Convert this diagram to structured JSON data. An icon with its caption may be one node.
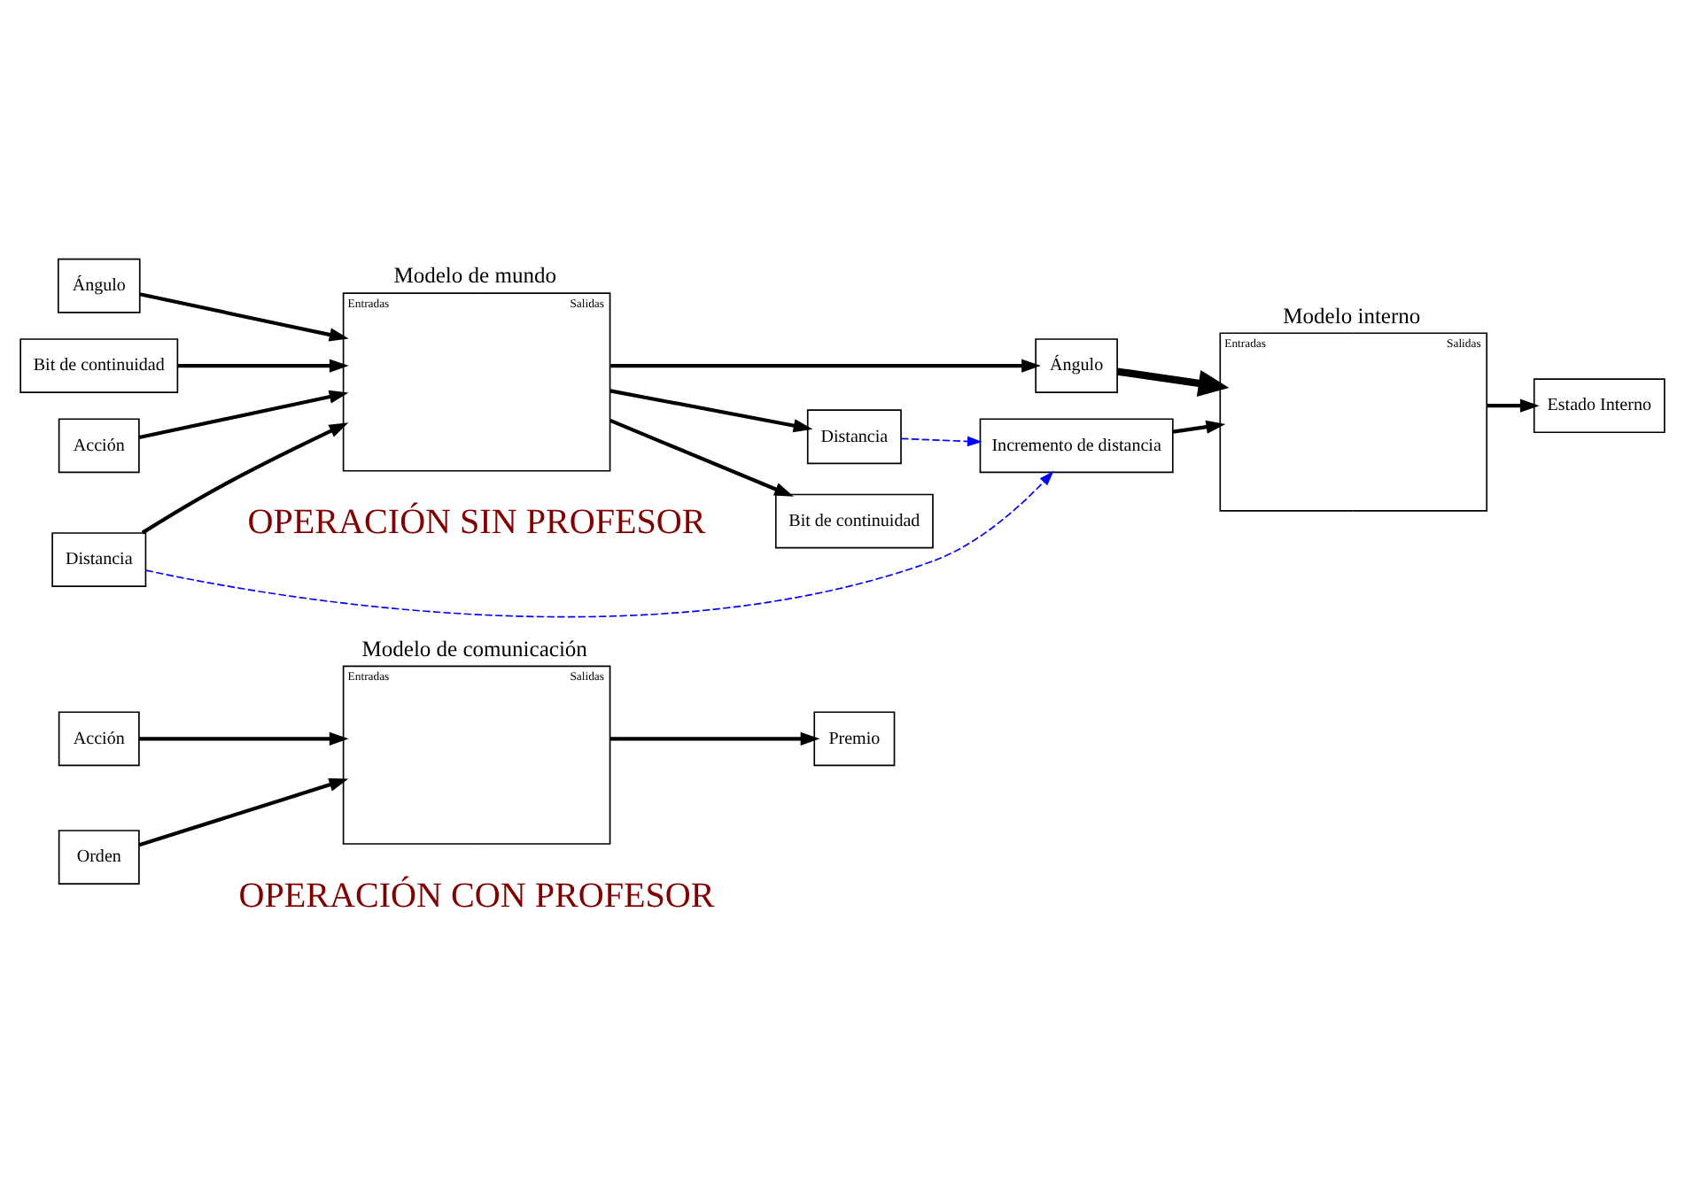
{
  "diagram": {
    "nodes": [
      {
        "text": [
          "Orden"
        ]
      },
      {
        "text": [
          "Acción"
        ]
      },
      {
        "text": [
          "Modelo de comunicación",
          "Entradas",
          "Salidas"
        ]
      },
      {
        "text": [
          "Premio"
        ]
      },
      {
        "text": [
          "Distancia"
        ]
      },
      {
        "text": [
          "Ángulo"
        ]
      },
      {
        "text": [
          "Bit de continuidad"
        ]
      },
      {
        "text": [
          "Acción"
        ]
      },
      {
        "text": [
          "Modelo de mundo",
          "Entradas",
          "Salidas"
        ]
      },
      {
        "text": [
          "Distancia"
        ]
      },
      {
        "text": [
          "Ángulo"
        ]
      },
      {
        "text": [
          "Bit de continuidad"
        ]
      },
      {
        "text": [
          "Incremento de distancia"
        ]
      },
      {
        "text": [
          "Modelo interno",
          "Entradas",
          "Salidas"
        ]
      },
      {
        "text": [
          "Estado Interno"
        ]
      }
    ],
    "edges": [
      {
        "from": 0,
        "to": 2,
        "arrow": "to"
      },
      {
        "from": 1,
        "to": 2,
        "arrow": "to"
      },
      {
        "from": 2,
        "to": 3,
        "arrow": "to"
      },
      {
        "from": 4,
        "to": 8,
        "arrow": "to"
      },
      {
        "from": 5,
        "to": 8,
        "arrow": "to"
      },
      {
        "from": 6,
        "to": 8,
        "arrow": "to"
      },
      {
        "from": 7,
        "to": 8,
        "arrow": "to"
      },
      {
        "from": 8,
        "to": 9,
        "arrow": "to"
      },
      {
        "from": 8,
        "to": 10,
        "arrow": "to"
      },
      {
        "from": 8,
        "to": 11,
        "arrow": "to"
      },
      {
        "from": 9,
        "to": 12,
        "arrow": "to",
        "style": "dashed",
        "color": "#0000ff"
      },
      {
        "from": 4,
        "to": 12,
        "arrow": "to",
        "style": "dashed",
        "color": "#0000ff"
      },
      {
        "from": 12,
        "to": 13,
        "arrow": "to"
      },
      {
        "from": 10,
        "to": 13,
        "arrow": "to",
        "style": "thick"
      },
      {
        "from": 13,
        "to": 14,
        "arrow": "to"
      }
    ],
    "labels": [
      "OPERACIÓN CON PROFESOR",
      "OPERACIÓN SIN PROFESOR"
    ]
  }
}
